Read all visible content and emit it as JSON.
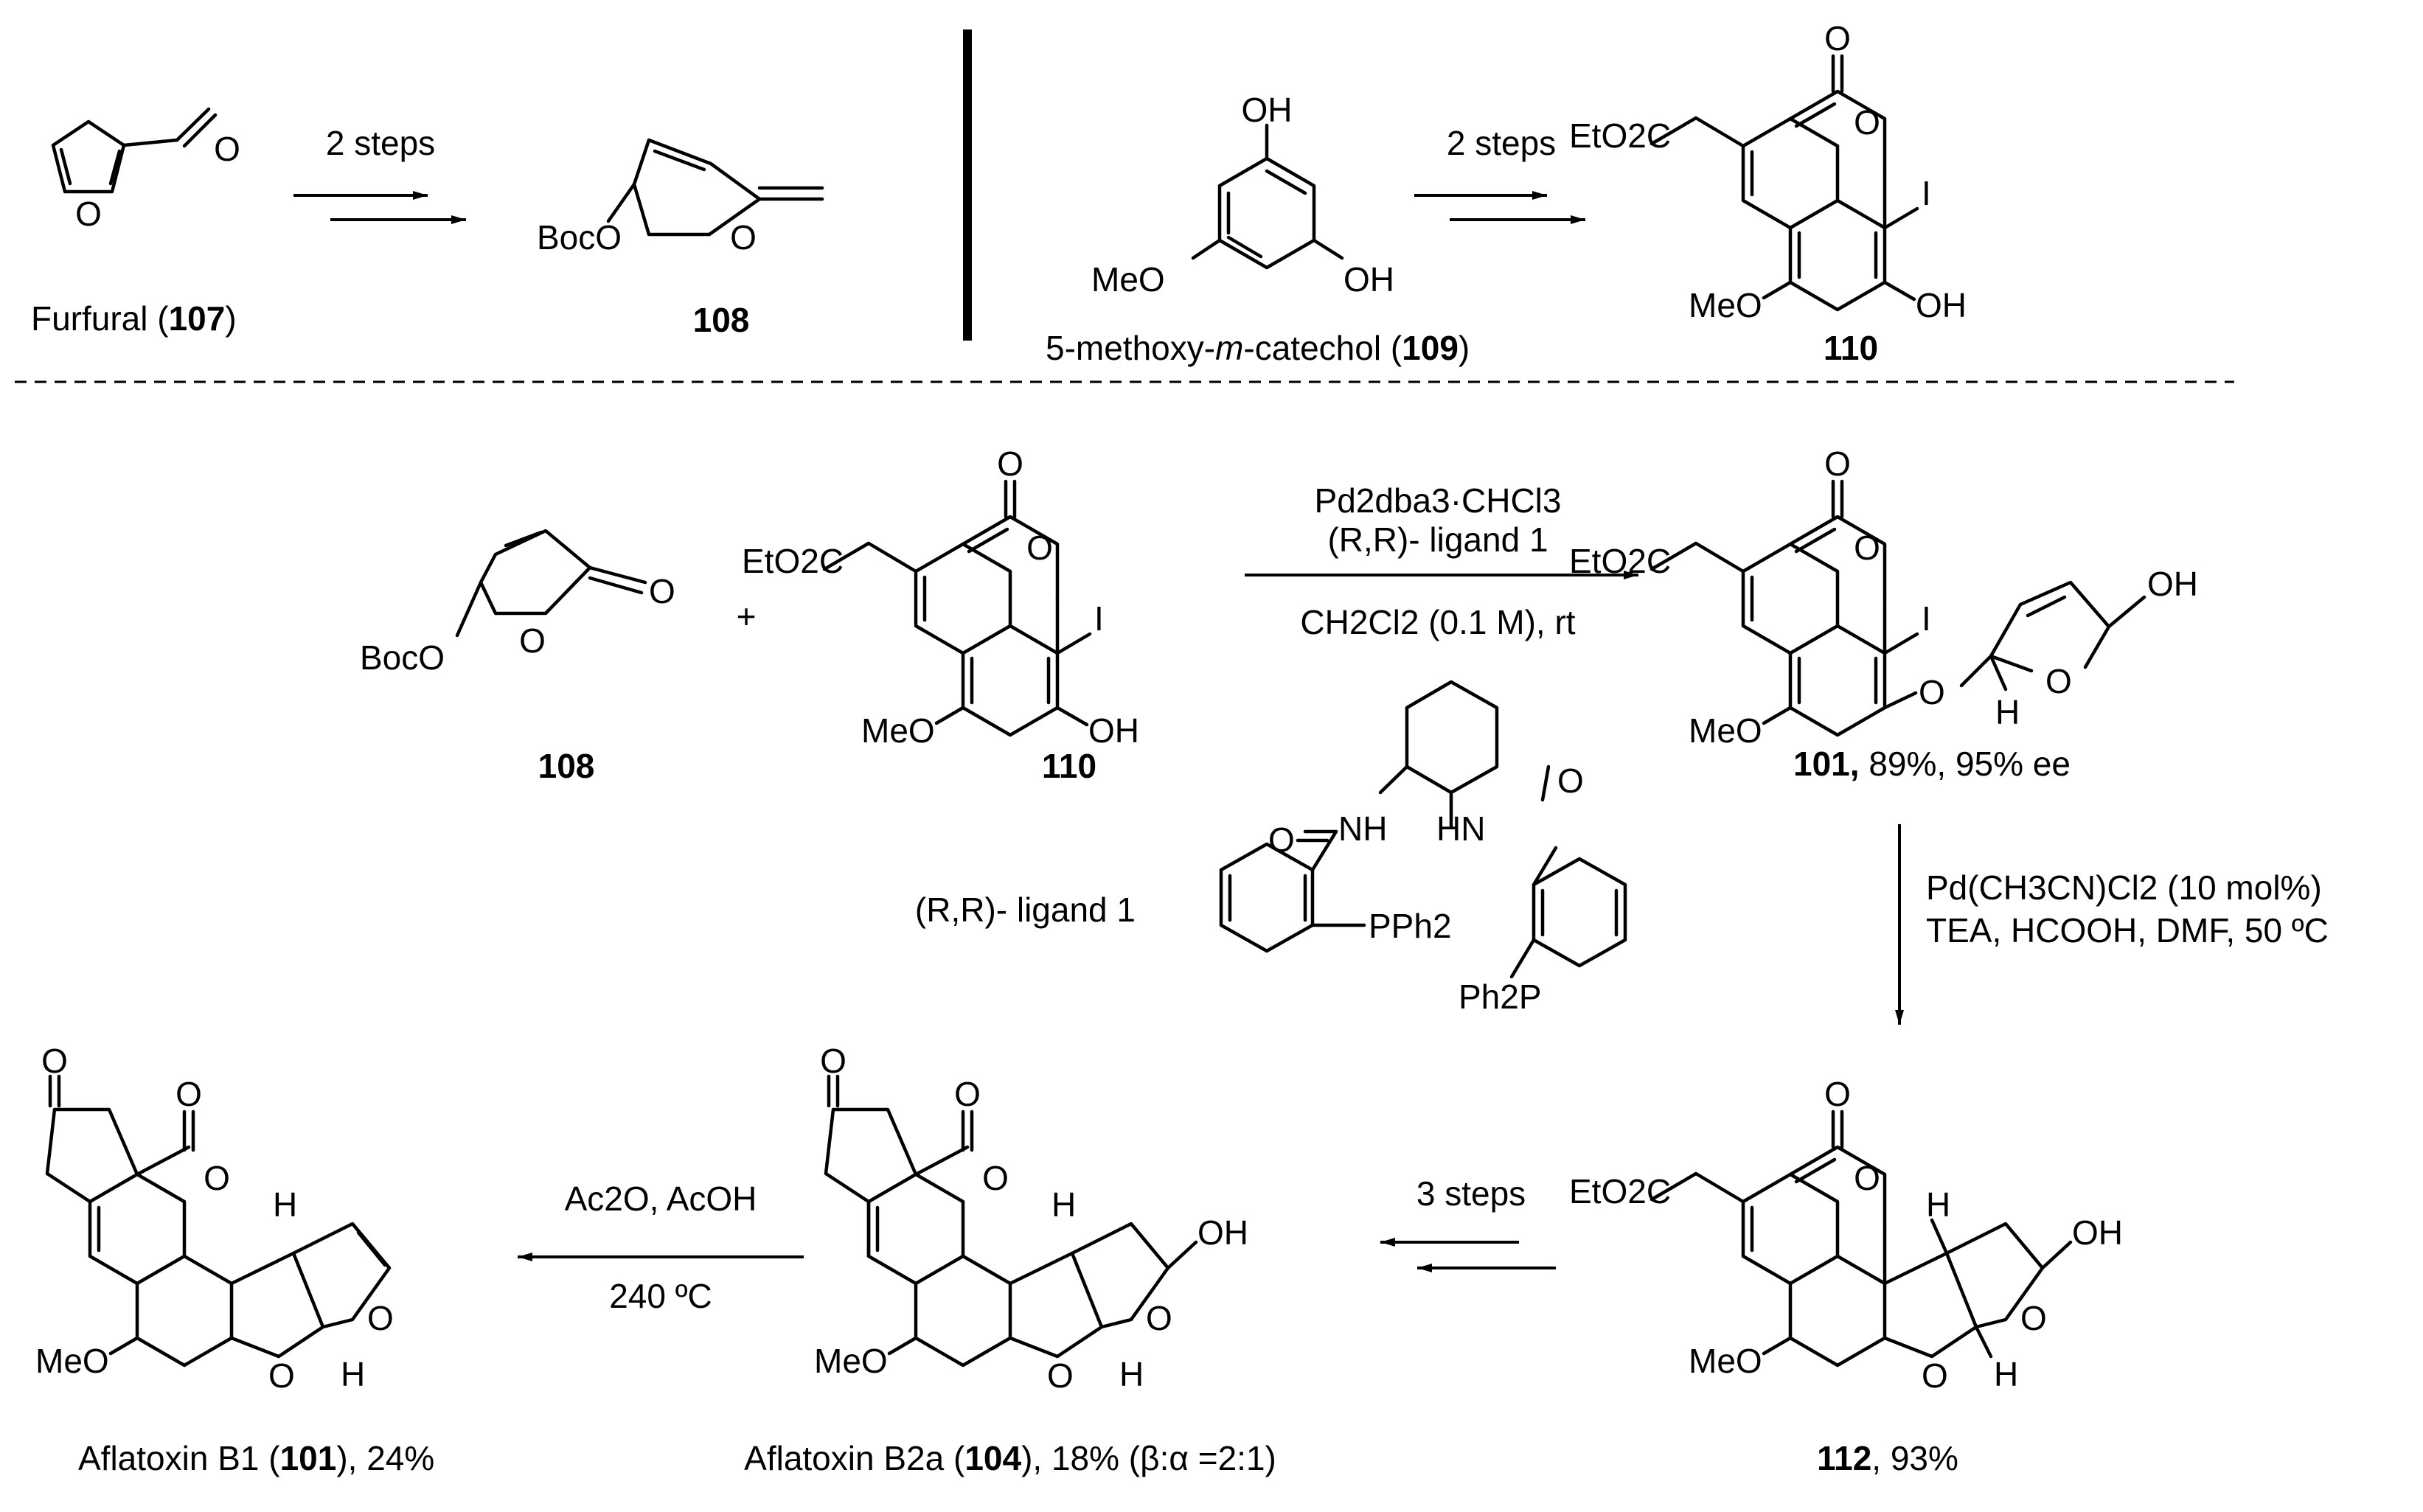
{
  "colors": {
    "ink": "#000000",
    "background": "#ffffff"
  },
  "top_left": {
    "compound_107": {
      "name": "Furfural (",
      "id": "107",
      "suffix": ")"
    },
    "arrow_label": "2 steps",
    "compound_108": {
      "id": "108"
    }
  },
  "top_right": {
    "compound_109": {
      "name_pre": "5-methoxy-",
      "name_italic": "m",
      "name_post": "-catechol (",
      "id": "109",
      "suffix": ")"
    },
    "arrow_label": "2 steps",
    "compound_110": {
      "id": "110"
    }
  },
  "middle": {
    "plus": "+",
    "reagent_line1": "Pd2dba3·CHCl3",
    "reagent_line2": "(R,R)- ligand 1",
    "conditions": "CH2Cl2 (0.1 M), rt",
    "compound_108": {
      "id": "108"
    },
    "compound_110": {
      "id": "110"
    },
    "compound_101": {
      "id": "101,",
      "yield": " 89%, 95% ee"
    },
    "ligand_label": "(R,R)- ligand 1"
  },
  "step_down": {
    "line1": "Pd(CH3CN)Cl2 (10 mol%)",
    "line2": "TEA, HCOOH, DMF, 50 ºC"
  },
  "bottom": {
    "compound_112": {
      "id": "112",
      "yield": ", 93%"
    },
    "arrow1_label": "3 steps",
    "compound_104": {
      "name": "Aflatoxin B2a (",
      "id": "104",
      "yield": "), 18% (β:α =2:1)"
    },
    "arrow2_line1": "Ac2O, AcOH",
    "arrow2_line2": "240 ºC",
    "compound_b1": {
      "name": "Aflatoxin B1 (",
      "id": "101",
      "yield": "), 24%"
    }
  },
  "atom_labels": {
    "O": "O",
    "OH": "OH",
    "MeO": "MeO",
    "I": "I",
    "H": "H",
    "BocO": "BocO",
    "EtO2C": "EtO2C",
    "NH": "NH",
    "HN": "HN",
    "PPh2": "PPh2",
    "Ph2P": "Ph2P"
  }
}
